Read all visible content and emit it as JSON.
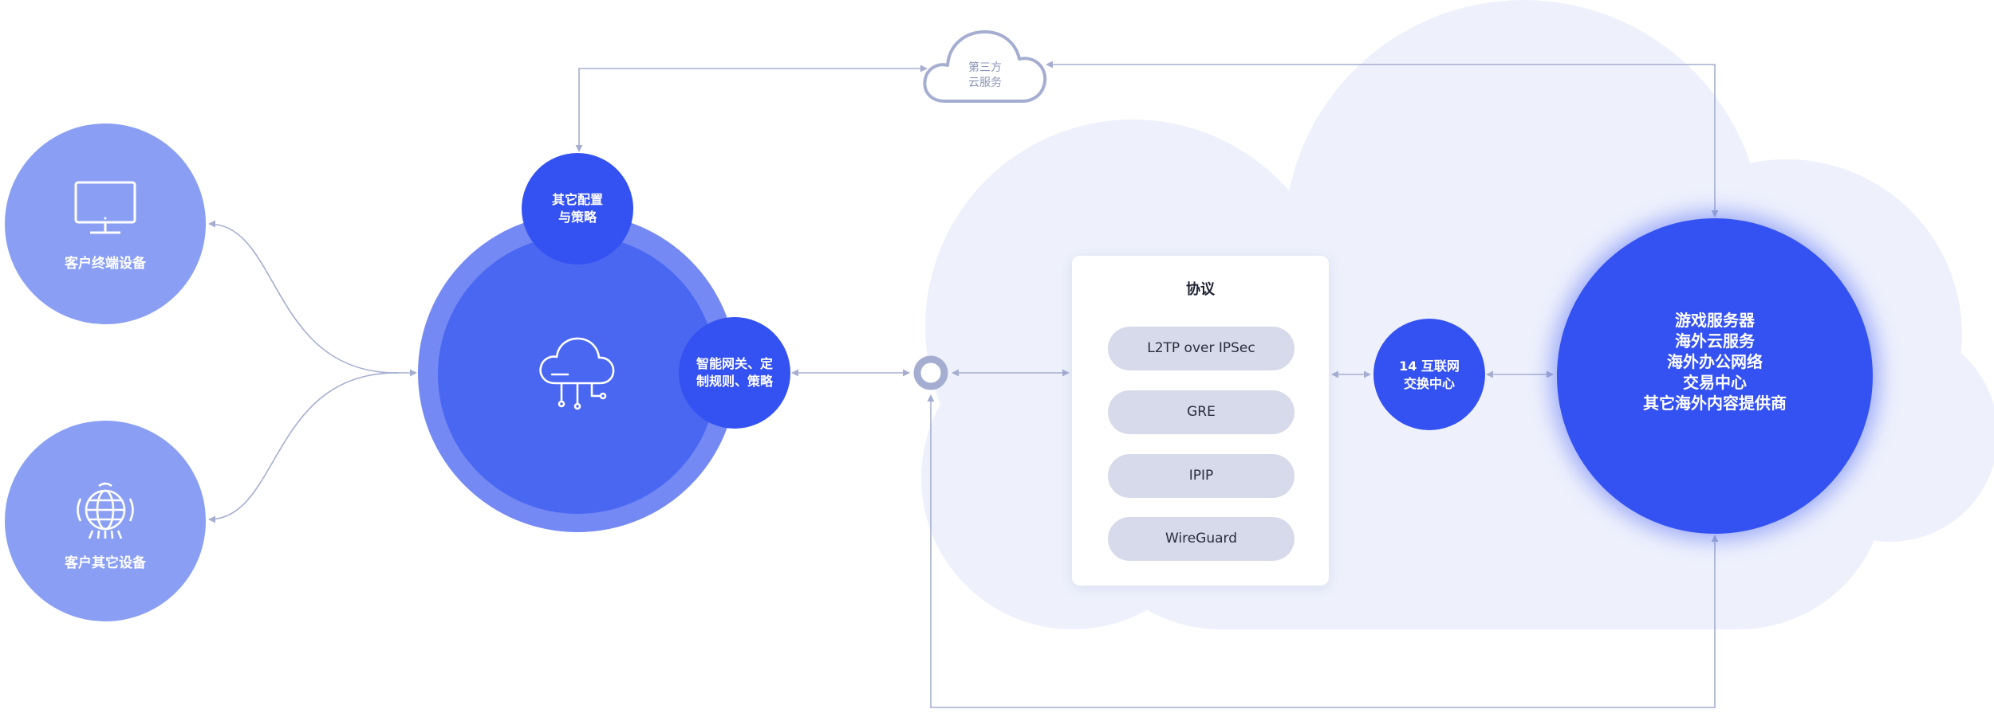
{
  "diagram": {
    "devices": {
      "terminal_label": "客户终端设备",
      "other_label": "客户其它设备"
    },
    "gateway": {
      "config_line1": "其它配置",
      "config_line2": "与策略",
      "rules_line1": "智能网关、定",
      "rules_line2": "制规则、策略"
    },
    "third_party": {
      "line1": "第三方",
      "line2": "云服务"
    },
    "protocols": {
      "title": "协议",
      "items": [
        "L2TP over IPSec",
        "GRE",
        "IPIP",
        "WireGuard"
      ]
    },
    "exchange": {
      "line1": "14 互联网",
      "line2": "交换中心"
    },
    "destinations": [
      "游戏服务器",
      "海外云服务",
      "海外办公网络",
      "交易中心",
      "其它海外内容提供商"
    ]
  },
  "colors": {
    "device_circle": "#8a9ff4",
    "gateway_outer": "#7489f3",
    "gateway_inner": "#4a67f2",
    "accent_blue": "#3451f2",
    "cloud_bg": "#eef1fc",
    "connector": "#a5aed0",
    "pill": "#d6daea"
  },
  "icons": [
    "monitor-icon",
    "globe-signal-icon",
    "cloud-network-icon",
    "cloud-outline-icon",
    "junction-ring-icon"
  ]
}
